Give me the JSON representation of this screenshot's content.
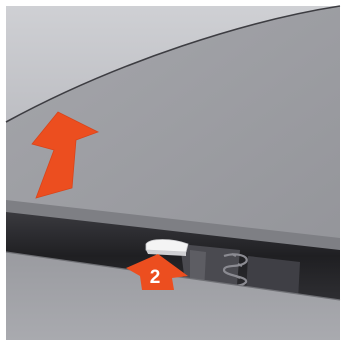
{
  "illustration": {
    "callout_label": "2",
    "arrows": [
      {
        "name": "lift-bonnet-arrow",
        "direction": "up"
      },
      {
        "name": "release-catch-arrow",
        "direction": "up",
        "label": "2"
      }
    ],
    "colors": {
      "background": "#ffffff",
      "panel": "#8f9095",
      "panel_light": "#a7a8ad",
      "bonnet": "#9c9da3",
      "sky": "#c9cacf",
      "gap": "#2b2b2f",
      "accent": "#ec4e1f",
      "latch": "#f4f4f4",
      "text_on_accent": "#ffffff"
    },
    "icons": {
      "lift_arrow": "arrow-up-icon",
      "release_arrow": "arrow-up-icon",
      "latch": "bonnet-release-catch-icon",
      "spring": "coil-spring-icon"
    }
  }
}
